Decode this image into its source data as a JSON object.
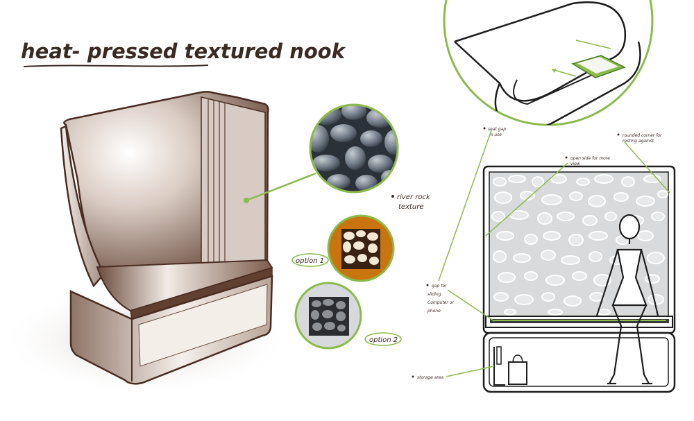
{
  "title": "heat- pressed textured nook",
  "labels": {
    "river_rock": [
      "river rock",
      "texture"
    ],
    "option1": "option 1",
    "option2": "option 2",
    "seat_gap": [
      "seat gap",
      "in use"
    ],
    "rounded_corner": [
      "rounded corner for",
      "resting against"
    ],
    "open_side": [
      "open side for more",
      "view"
    ],
    "gap_sliding": [
      "gap for",
      "sliding",
      "Computer or",
      "phone"
    ],
    "storage": "storage area"
  },
  "colors": {
    "accent_green": "#8cba4c",
    "frame_brown": "#4a2c22",
    "ink": "#1e1e1e",
    "option1_bg": "#c8740f"
  }
}
